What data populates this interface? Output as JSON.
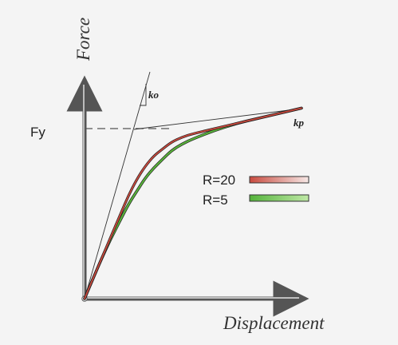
{
  "chart_data": {
    "type": "line",
    "xlabel": "Displacement",
    "ylabel": "Force",
    "y_tick_labels": [
      "Fy"
    ],
    "slope_labels": {
      "initial": "ko",
      "post_yield": "kp"
    },
    "series": [
      {
        "name": "R=20",
        "color": "#c9483c",
        "x": [
          0,
          0.04,
          0.08,
          0.12,
          0.16,
          0.2,
          0.24,
          0.28,
          0.32,
          0.36,
          0.4,
          0.45,
          0.5,
          0.6,
          0.7,
          0.8,
          0.9,
          1.0
        ],
        "y": [
          0.0,
          0.12,
          0.24,
          0.36,
          0.48,
          0.6,
          0.7,
          0.78,
          0.84,
          0.88,
          0.92,
          0.95,
          0.97,
          1.0,
          1.03,
          1.06,
          1.09,
          1.12
        ]
      },
      {
        "name": "R=5",
        "color": "#58b13a",
        "x": [
          0,
          0.04,
          0.08,
          0.12,
          0.16,
          0.2,
          0.24,
          0.28,
          0.32,
          0.36,
          0.4,
          0.45,
          0.5,
          0.6,
          0.7,
          0.8,
          0.9,
          1.0
        ],
        "y": [
          0.0,
          0.12,
          0.24,
          0.35,
          0.45,
          0.55,
          0.63,
          0.71,
          0.77,
          0.82,
          0.87,
          0.91,
          0.94,
          0.99,
          1.03,
          1.06,
          1.09,
          1.12
        ]
      }
    ],
    "legend": {
      "placement": "right",
      "entries": [
        "R=20",
        "R=5"
      ]
    },
    "grid": false
  }
}
